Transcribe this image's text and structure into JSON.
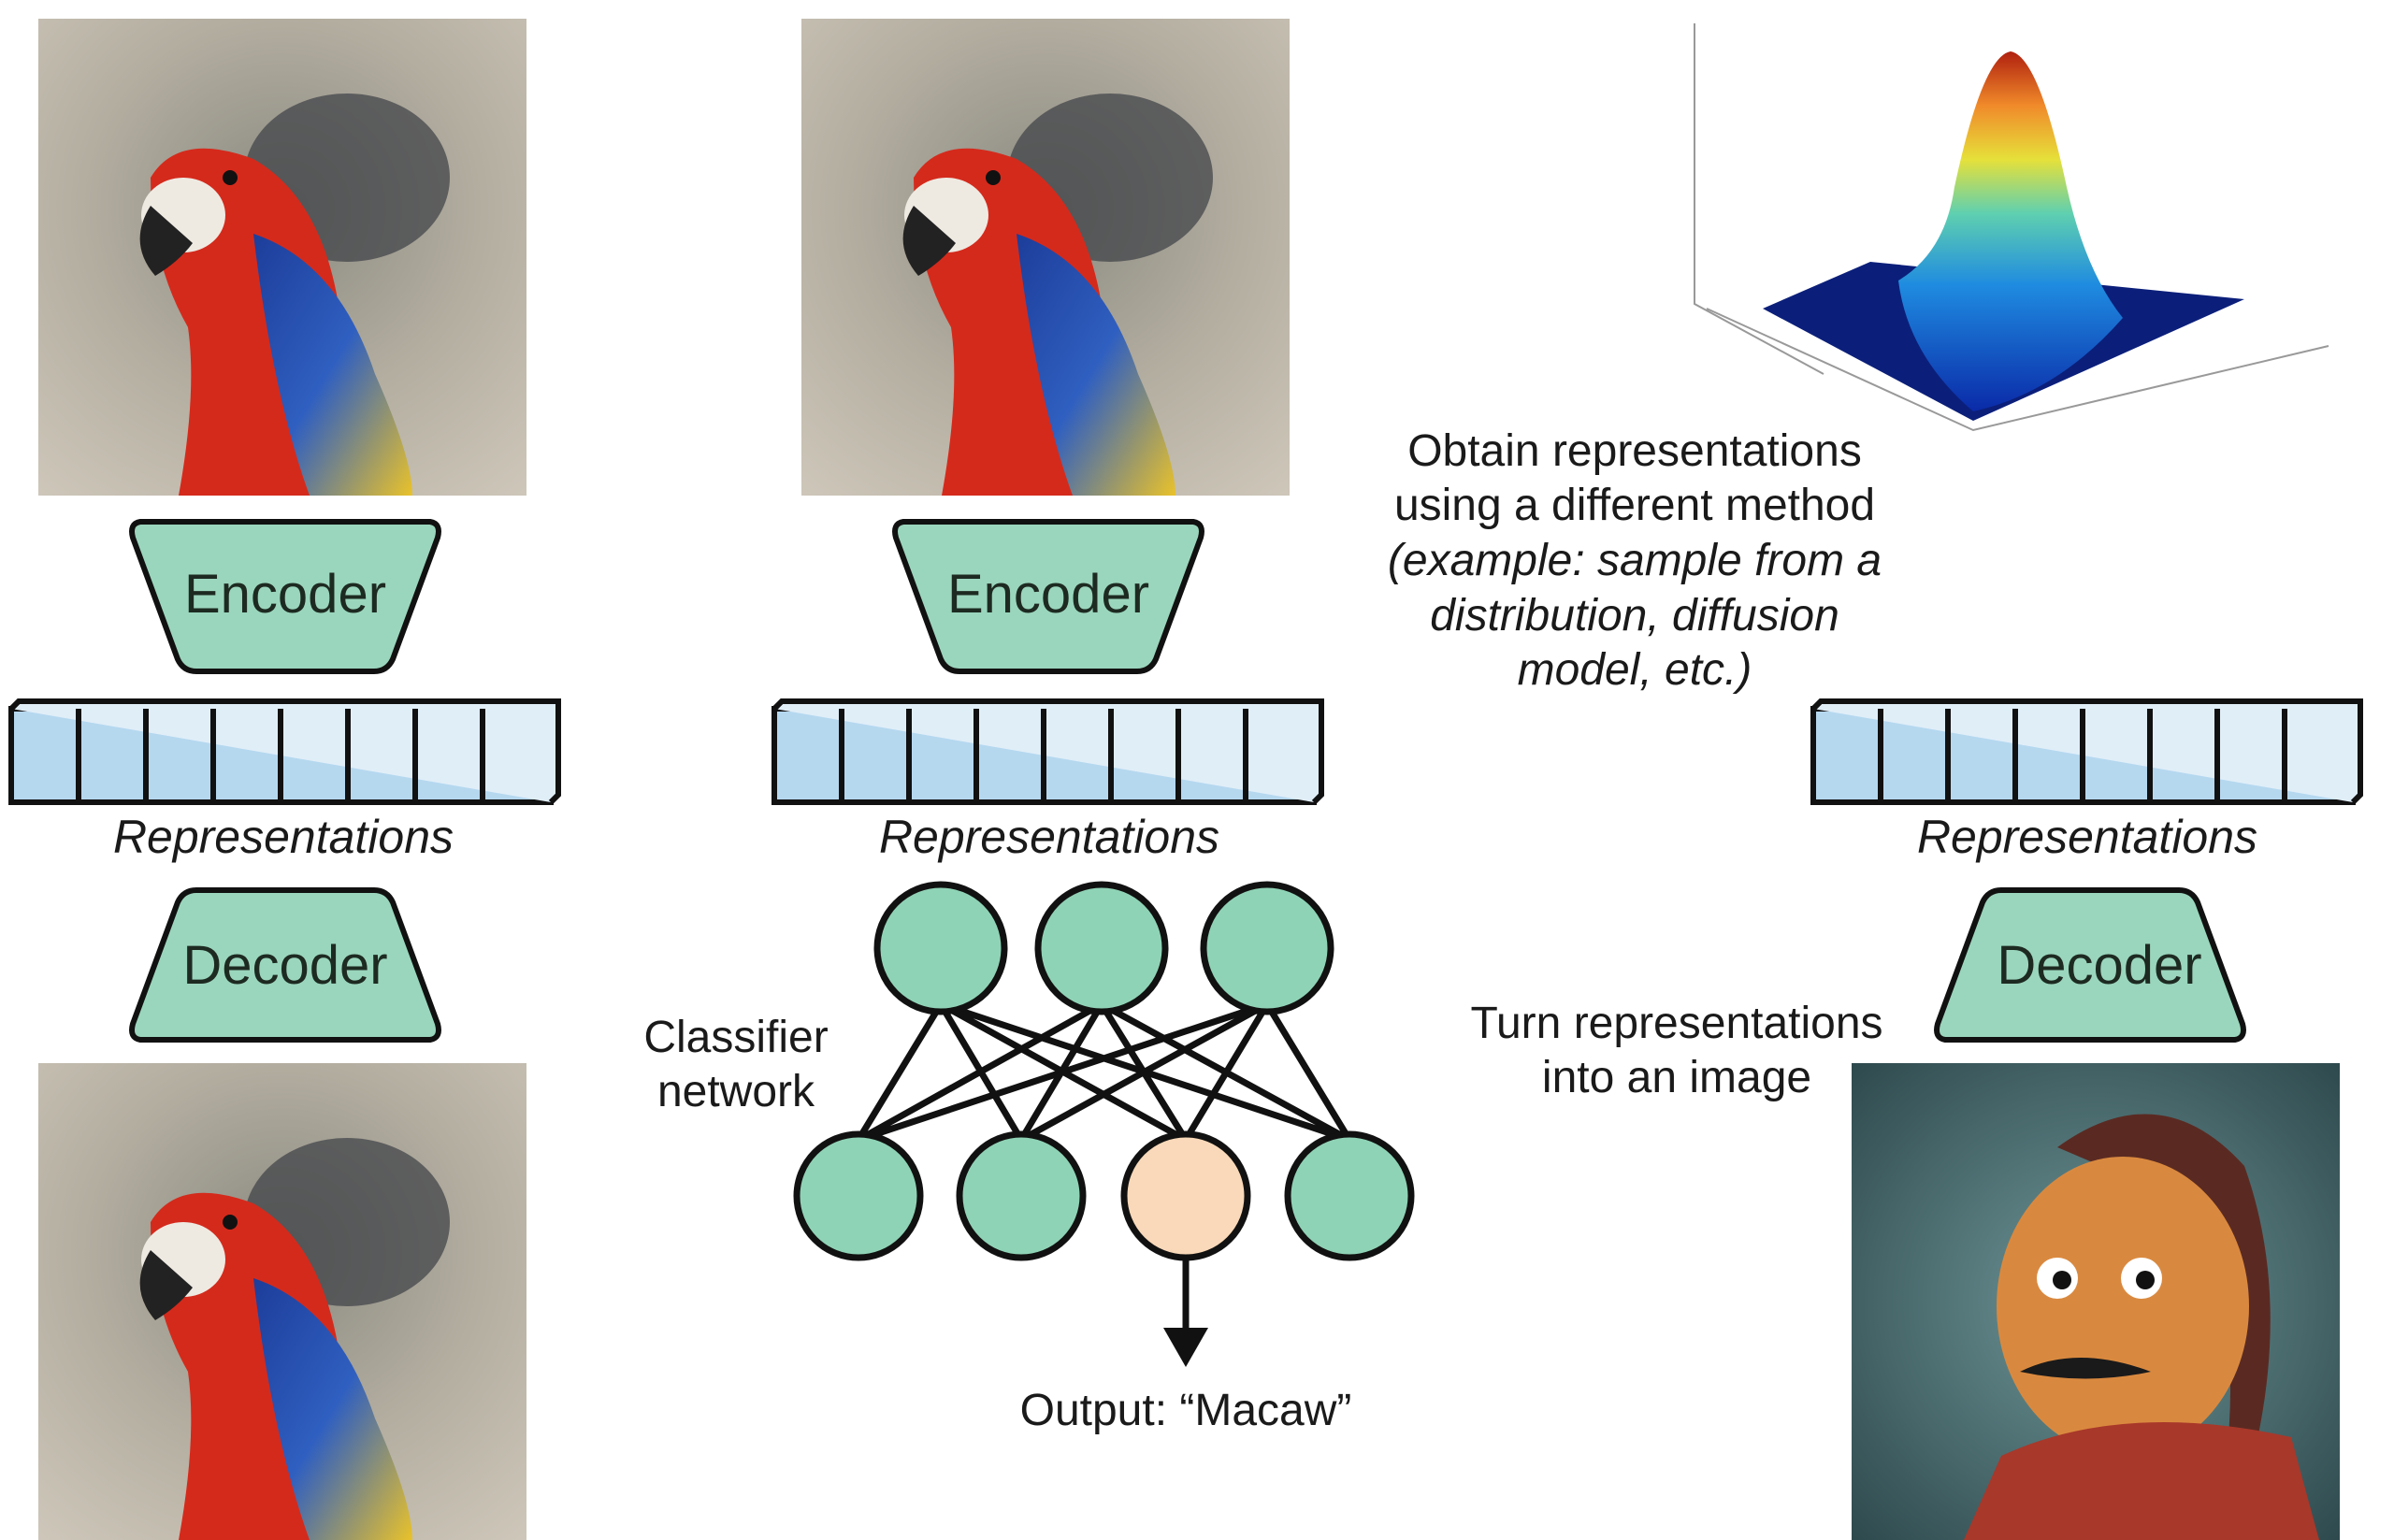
{
  "colors": {
    "encoder_fill": "#9ad6bd",
    "node_fill": "#8fd3b6",
    "output_node_fill": "#f9d9b9",
    "representation_fill": "#b5d8ef",
    "stroke": "#111111"
  },
  "column_autoencoder": {
    "input_image": "parrot-photo",
    "encoder_label": "Encoder",
    "representations_label": "Representations",
    "decoder_label": "Decoder",
    "output_image": "parrot-photo"
  },
  "column_classifier": {
    "input_image": "parrot-photo",
    "encoder_label": "Encoder",
    "representations_label": "Representations",
    "classifier_label_line1": "Classifier",
    "classifier_label_line2": "network",
    "output_label": "Output: “Macaw”"
  },
  "column_generation": {
    "plot_image": "3d-gaussian-surface-plot",
    "obtain_line1": "Obtain representations",
    "obtain_line2": "using a different method",
    "obtain_line3": "(example: sample from a",
    "obtain_line4": "distribution, diffusion",
    "obtain_line5": "model, etc.)",
    "representations_label": "Representations",
    "decoder_label": "Decoder",
    "turn_line1": "Turn representations",
    "turn_line2": "into an image",
    "output_image": "generated-figurine-portrait"
  }
}
